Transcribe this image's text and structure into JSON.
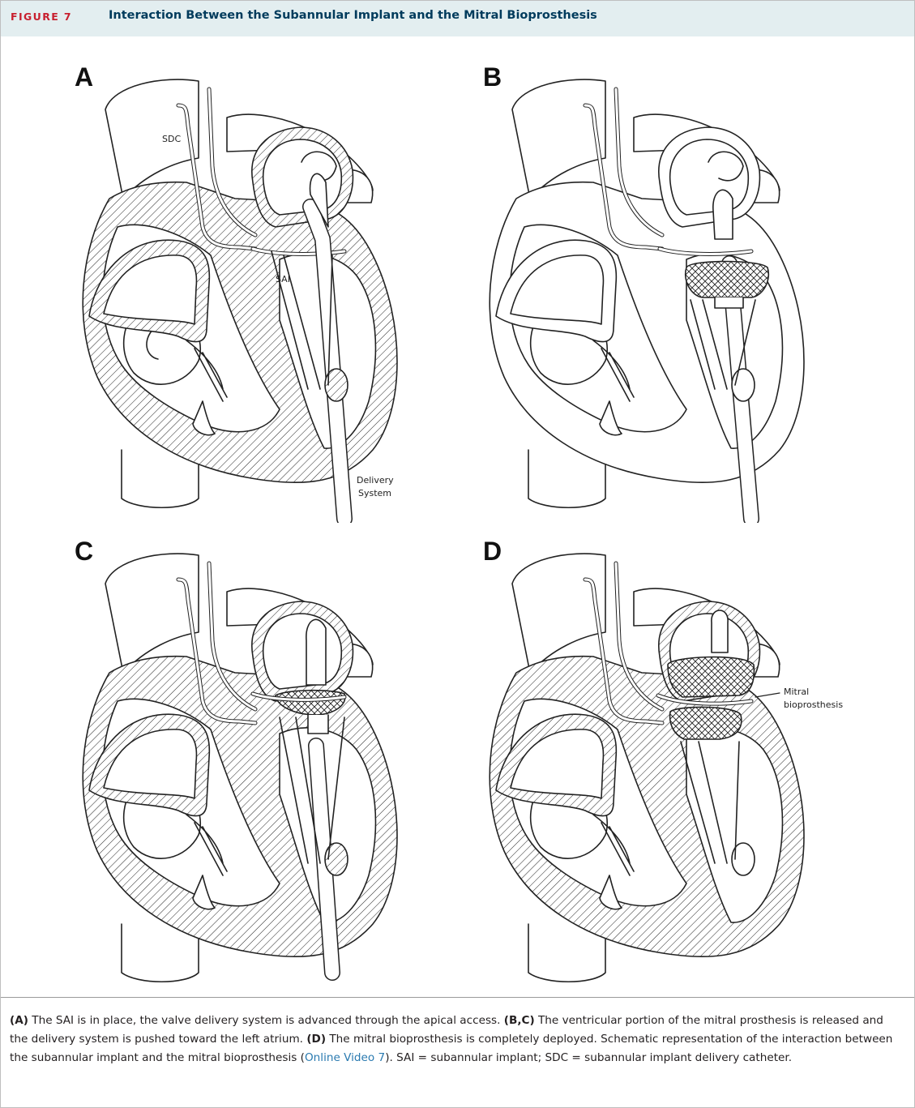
{
  "figure": {
    "number": "FIGURE 7",
    "title": "Interaction Between the Subannular Implant and the Mitral Bioprosthesis"
  },
  "panels": [
    {
      "letter": "A",
      "labels": {
        "sdc": "SDC",
        "sai": "SAI",
        "delivery_line1": "Delivery",
        "delivery_line2": "System"
      }
    },
    {
      "letter": "B"
    },
    {
      "letter": "C"
    },
    {
      "letter": "D",
      "labels": {
        "mitral_line1": "Mitral",
        "mitral_line2": "bioprosthesis"
      }
    }
  ],
  "caption": {
    "a_label": "(A)",
    "a_text": " The SAI is in place, the valve delivery system is advanced through the apical access. ",
    "bc_label": "(B,C)",
    "bc_text": " The ventricular portion of the mitral prosthesis is released and the delivery system is pushed toward the left atrium. ",
    "d_label": "(D)",
    "d_text": " The mitral bioprosthesis is completely deployed. Schematic representation of the interaction between the subannular implant and the mitral bioprosthesis (",
    "link": "Online Video 7",
    "tail": "). SAI = subannular implant; SDC = subannular implant delivery catheter."
  }
}
